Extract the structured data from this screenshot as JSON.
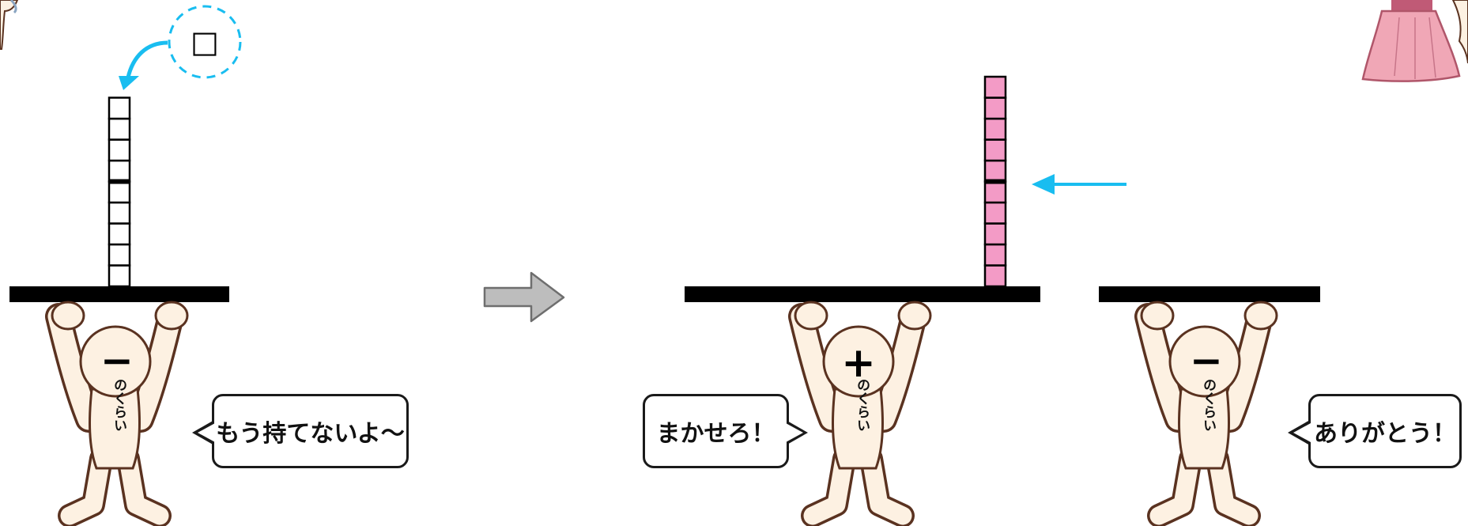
{
  "characters": [
    {
      "id": "left",
      "head_symbol": "−",
      "body_label": "のくらい"
    },
    {
      "id": "middle",
      "head_symbol": "+",
      "body_label": "のくらい"
    },
    {
      "id": "right",
      "head_symbol": "−",
      "body_label": "のくらい"
    }
  ],
  "speech": {
    "left": "もう持てないよ〜",
    "middle": "まかせろ！",
    "right": "ありがとう！"
  },
  "callout": {
    "symbol": "□"
  },
  "stacks": {
    "left": {
      "block_count": 9,
      "fill": "#ffffff"
    },
    "middle": {
      "block_count": 10,
      "fill": "#f39bc6"
    }
  },
  "colors": {
    "accent_arrow": "#19bdf0",
    "transition_arrow": "#bdbdbd",
    "skin": "#fdf1e2",
    "outline": "#5a3220",
    "bar": "#000000"
  }
}
